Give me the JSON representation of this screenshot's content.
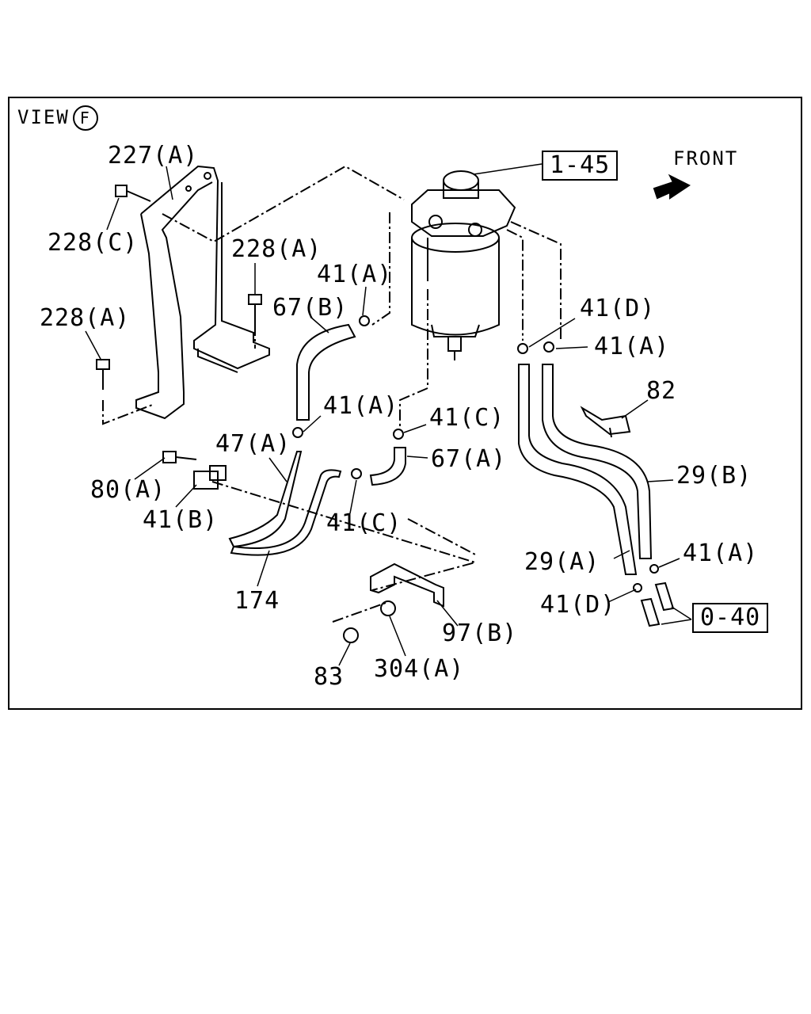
{
  "view": {
    "text": "VIEW",
    "letter": "F"
  },
  "front": "FRONT",
  "labels": {
    "l227a": "227(A)",
    "l228c": "228(C)",
    "l228a_top": "228(A)",
    "l228a_left": "228(A)",
    "l41a_top": "41(A)",
    "l67b": "67(B)",
    "l145": "1-45",
    "l41d_top": "41(D)",
    "l41a_right": "41(A)",
    "l82": "82",
    "l41a_mid": "41(A)",
    "l41c_mid": "41(C)",
    "l47a": "47(A)",
    "l67a": "67(A)",
    "l29b": "29(B)",
    "l80a": "80(A)",
    "l41b": "41(B)",
    "l41c_low": "41(C)",
    "l174": "174",
    "l29a": "29(A)",
    "l41a_low": "41(A)",
    "l41d_low": "41(D)",
    "l040": "0-40",
    "l97b": "97(B)",
    "l83": "83",
    "l304a": "304(A)"
  }
}
